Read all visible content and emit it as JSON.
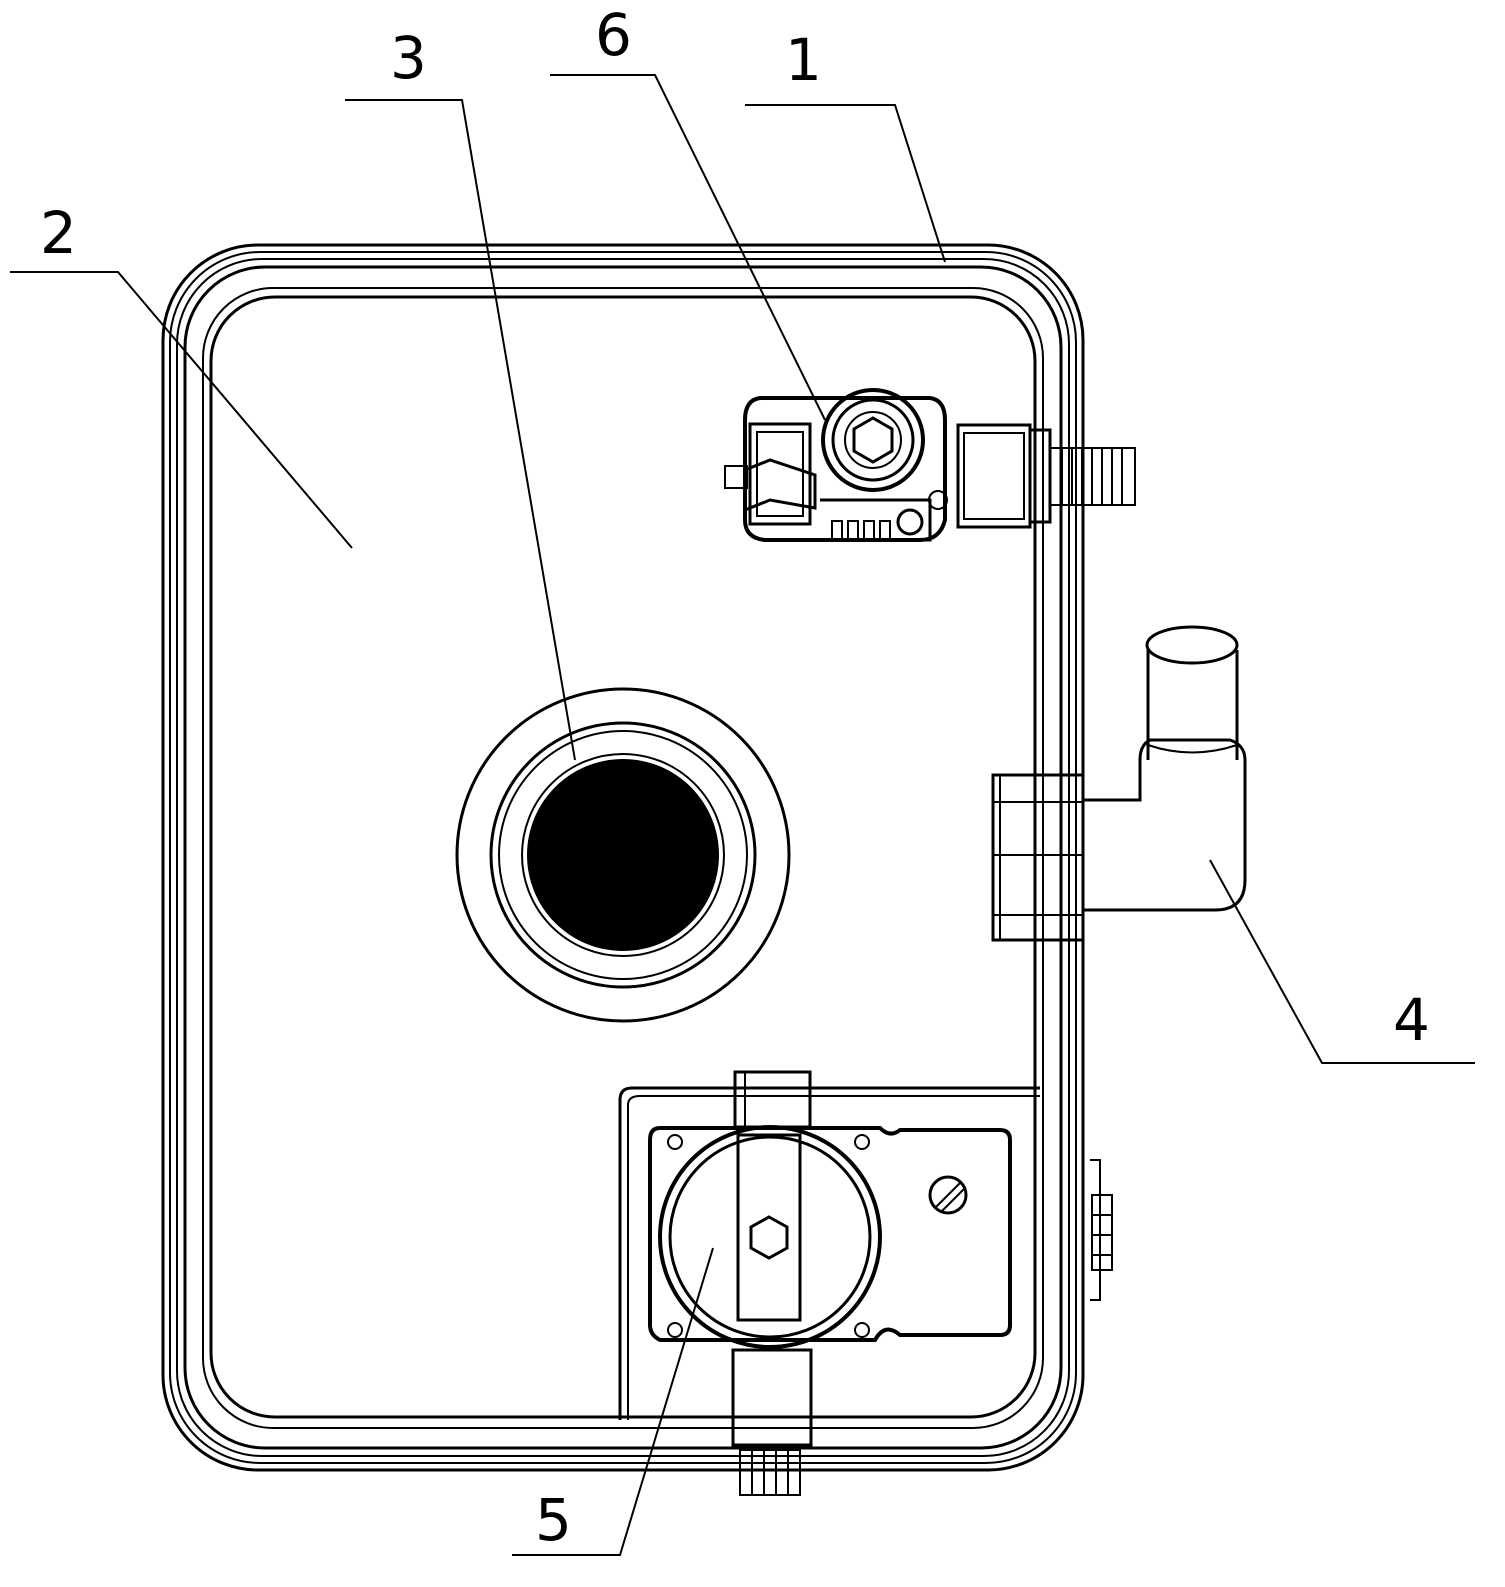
{
  "figure": {
    "callouts": [
      {
        "id": "1",
        "text": "1"
      },
      {
        "id": "2",
        "text": "2"
      },
      {
        "id": "3",
        "text": "3"
      },
      {
        "id": "4",
        "text": "4"
      },
      {
        "id": "5",
        "text": "5"
      },
      {
        "id": "6",
        "text": "6"
      }
    ]
  },
  "colors": {
    "line": "#000000",
    "background": "#ffffff"
  }
}
